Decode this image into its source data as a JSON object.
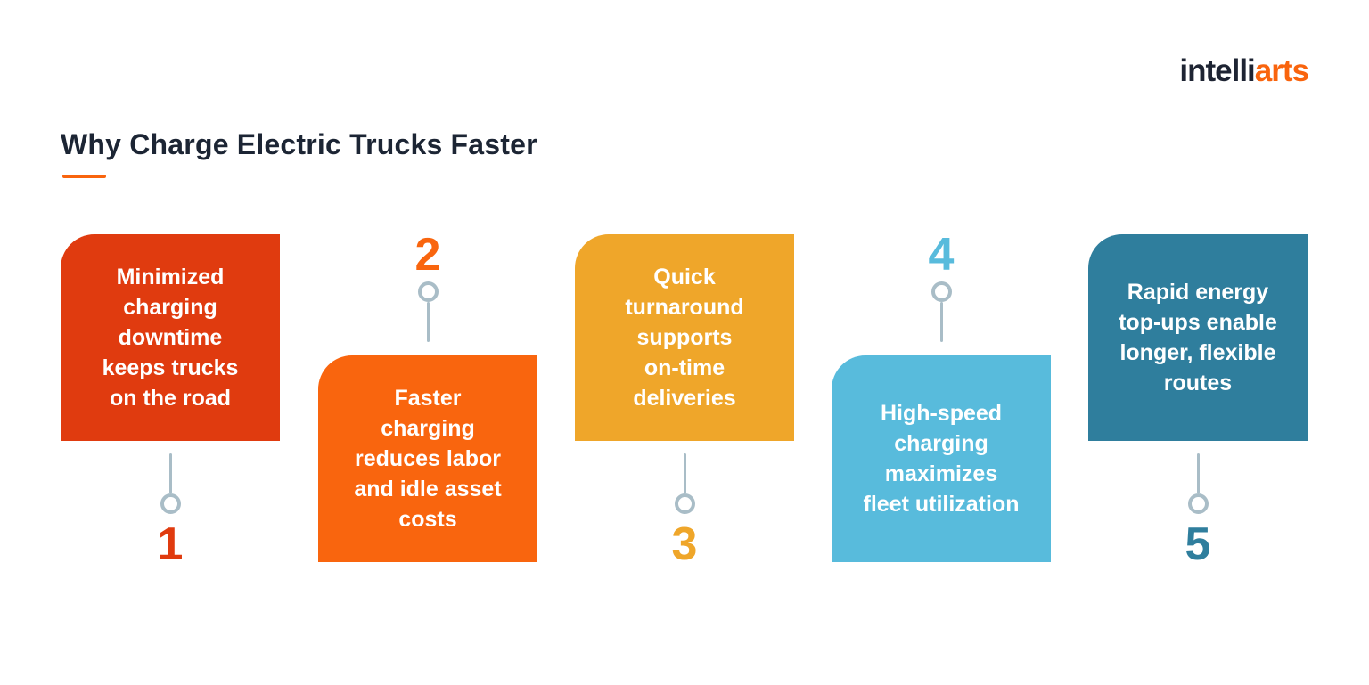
{
  "brand": {
    "logo_part1": "intelli",
    "logo_part2": "arts",
    "logo_part1_color": "#1E2433",
    "logo_part2_color": "#F9640D"
  },
  "page": {
    "title": "Why Charge Electric Trucks Faster",
    "title_color": "#1C2534",
    "accent_color": "#F9640D",
    "background_color": "#FFFFFF"
  },
  "connector": {
    "color": "#A9BDC7"
  },
  "steps": [
    {
      "number": "1",
      "number_position": "below",
      "color": "#E03B0F",
      "text": "Minimized\ncharging\ndowntime\nkeeps trucks\non the road"
    },
    {
      "number": "2",
      "number_position": "above",
      "color": "#F9650E",
      "text": "Faster\ncharging\nreduces labor\nand idle asset\ncosts"
    },
    {
      "number": "3",
      "number_position": "below",
      "color": "#EFA62A",
      "text": "Quick\nturnaround\nsupports\non-time\ndeliveries"
    },
    {
      "number": "4",
      "number_position": "above",
      "color": "#58BBDC",
      "text": "High-speed\ncharging\nmaximizes\nfleet utilization"
    },
    {
      "number": "5",
      "number_position": "below",
      "color": "#2F7E9D",
      "text": "Rapid energy\ntop-ups enable\nlonger, flexible\nroutes"
    }
  ]
}
